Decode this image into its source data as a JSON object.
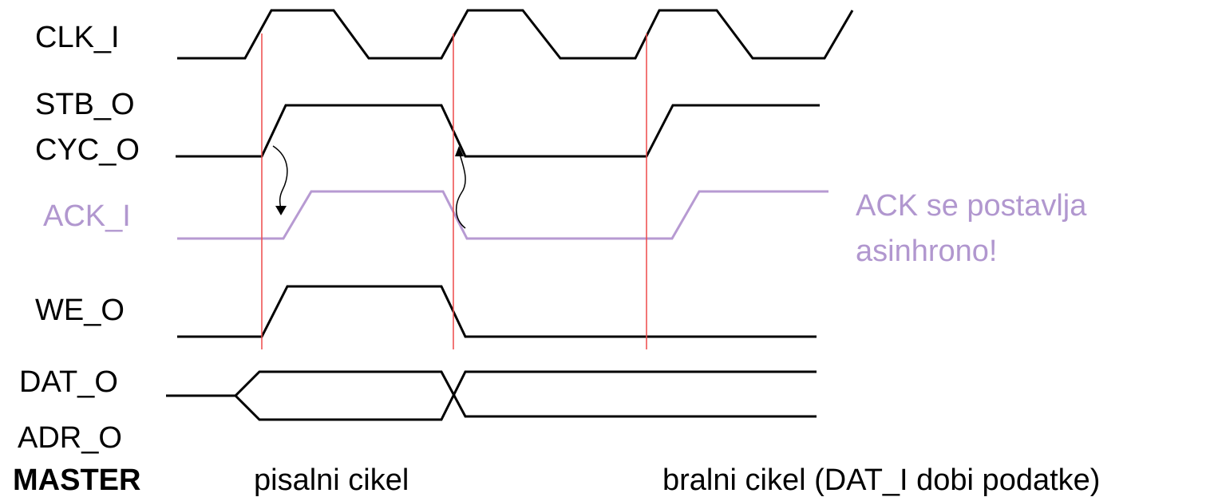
{
  "signals": {
    "clk": "CLK_I",
    "stb": "STB_O",
    "cyc": "CYC_O",
    "ack": "ACK_I",
    "we": "WE_O",
    "dat": "DAT_O",
    "adr": "ADR_O"
  },
  "footer": {
    "master": "MASTER",
    "write_cycle": "pisalni cikel",
    "read_cycle": "bralni cikel (DAT_I dobi podatke)"
  },
  "note": {
    "line1": "ACK se postavlja",
    "line2": "asinhrono!"
  },
  "colors": {
    "signal": "#000000",
    "ack": "#b79ad2",
    "marker": "#ee4a4a"
  }
}
